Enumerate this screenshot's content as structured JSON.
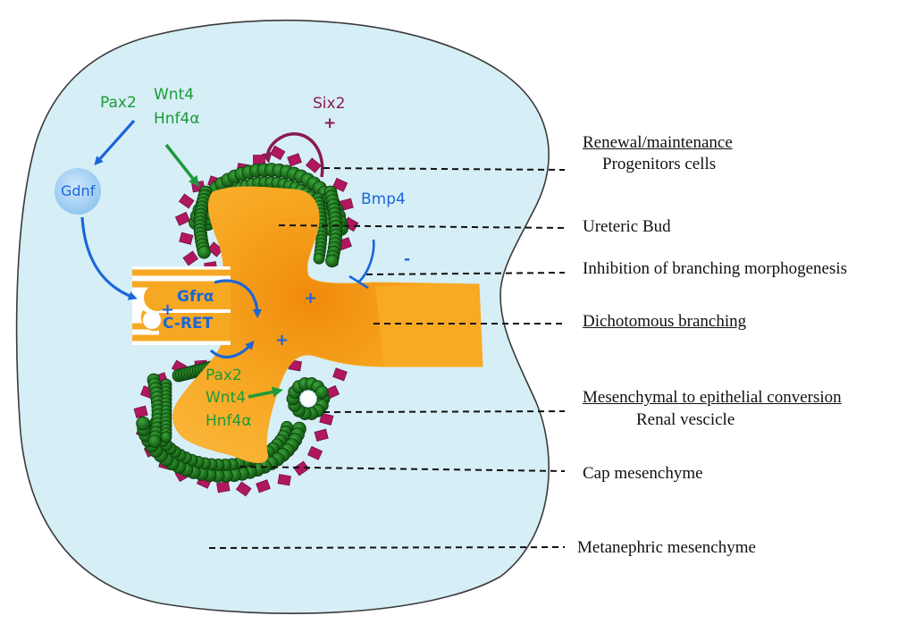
{
  "colors": {
    "kidney_fill": "#d6eef6",
    "kidney_stroke": "#3a3a3a",
    "bud": "#f7a823",
    "bud_dark": "#e87f0a",
    "cap_cell": "#1f7a1f",
    "cap_cell_dark": "#0e4d0e",
    "progenitor": "#b0175f",
    "blue": "#1a66d9",
    "green": "#1d9a3a",
    "purple": "#8a1a4f"
  },
  "genes": {
    "pax2_top": "Pax2",
    "gdnf": "Gdnf",
    "wnt4_top": "Wnt4",
    "hnf4a_top": "Hnf4α",
    "six2": "Six2",
    "six2_sign": "+",
    "bmp4": "Bmp4",
    "bmp4_sign": "-",
    "gfra": "Gfrα",
    "cret": "C-RET",
    "receptor_plus": "+",
    "bud_plus_1": "+",
    "bud_plus_2": "+",
    "pax2_bottom": "Pax2",
    "wnt4_bottom": "Wnt4",
    "hnf4a_bottom": "Hnf4α"
  },
  "labels": {
    "renewal": "Renewal/maintenance",
    "progenitors": "Progenitors cells",
    "ureteric_bud": "Ureteric Bud",
    "inhibition": "Inhibition of branching morphogenesis",
    "dichotomous": "Dichotomous branching",
    "met": "Mesenchymal to epithelial conversion",
    "renal_vesicle": "Renal vescicle",
    "cap": "Cap mesenchyme",
    "metanephric": "Metanephric mesenchyme"
  }
}
